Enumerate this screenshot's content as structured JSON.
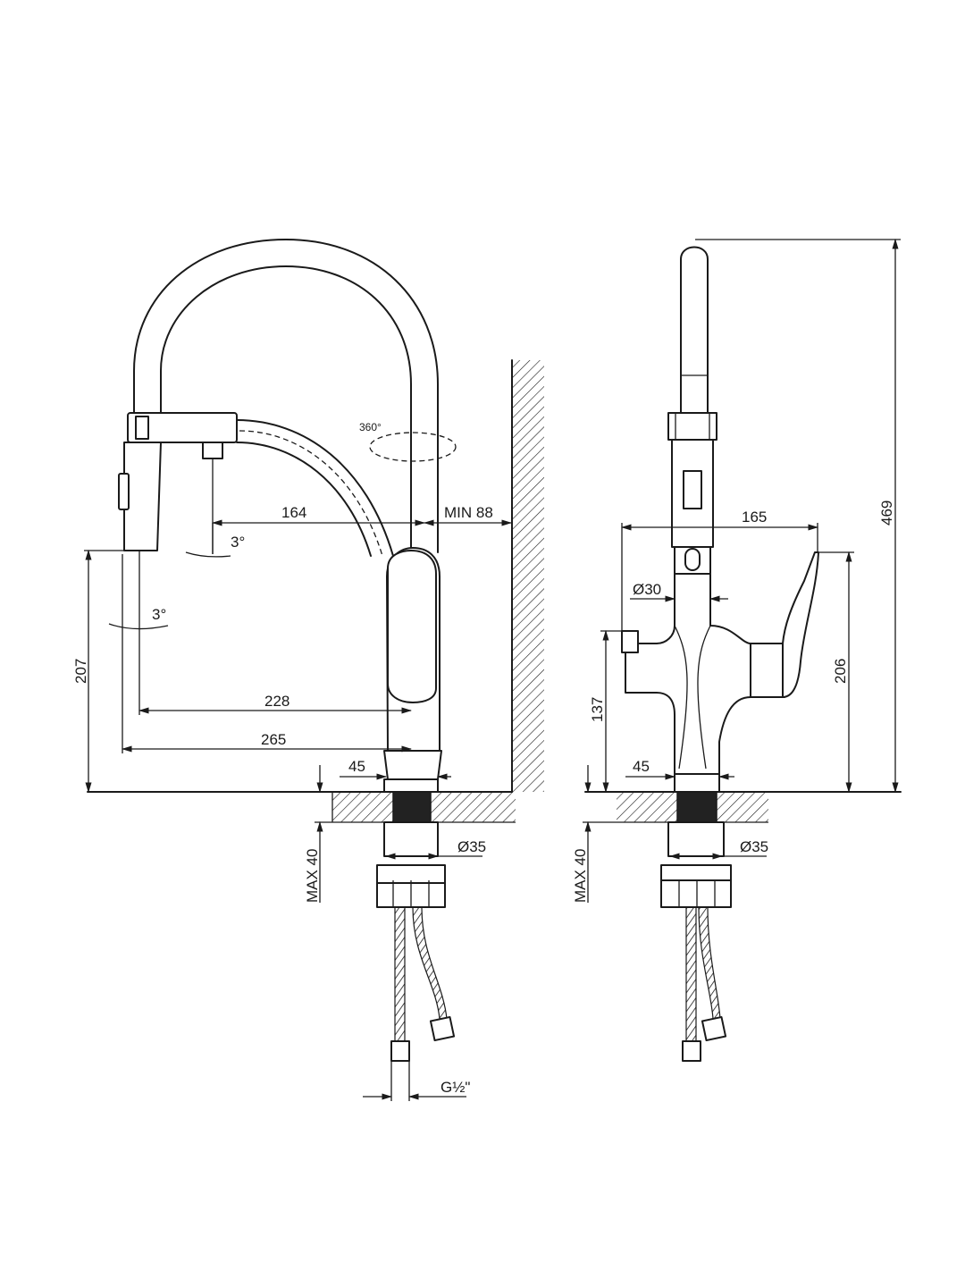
{
  "front_view": {
    "rotation_label": "360°",
    "dim_spout_reach": "164",
    "dim_wall_clearance": "MIN 88",
    "dim_angle_spray": "3°",
    "dim_angle_tilt": "3°",
    "dim_height": "207",
    "dim_reach_to_outlet": "228",
    "dim_overall_reach": "265",
    "dim_base_width": "45",
    "dim_shank_diameter": "Ø35",
    "dim_max_deck": "MAX 40",
    "dim_thread": "G½\""
  },
  "side_view": {
    "dim_handle_span": "165",
    "dim_total_height": "469",
    "dim_body_diameter": "Ø30",
    "dim_handle_height": "206",
    "dim_side_outlet_height": "137",
    "dim_base_width": "45",
    "dim_shank_diameter": "Ø35",
    "dim_max_deck": "MAX 40"
  }
}
